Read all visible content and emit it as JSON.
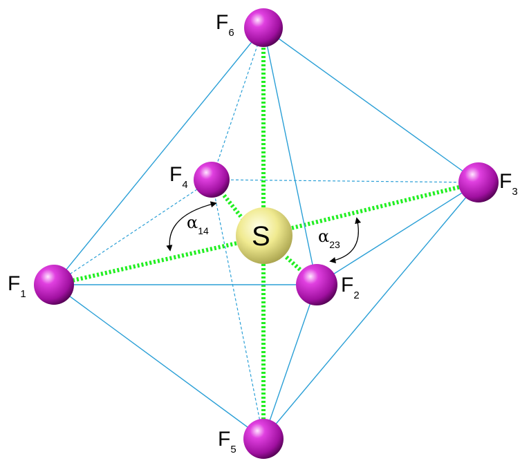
{
  "center_atom": {
    "label": "S",
    "color": "#e8e070"
  },
  "fluorine_color": "#c020c0",
  "edge_color": "#2a9fd6",
  "bond_color": "#22ee22",
  "atoms": {
    "F1": {
      "symbol": "F",
      "sub": "1"
    },
    "F2": {
      "symbol": "F",
      "sub": "2"
    },
    "F3": {
      "symbol": "F",
      "sub": "3"
    },
    "F4": {
      "symbol": "F",
      "sub": "4"
    },
    "F5": {
      "symbol": "F",
      "sub": "5"
    },
    "F6": {
      "symbol": "F",
      "sub": "6"
    }
  },
  "angles": {
    "a14": {
      "symbol": "α",
      "sub": "14"
    },
    "a23": {
      "symbol": "α",
      "sub": "23"
    }
  }
}
